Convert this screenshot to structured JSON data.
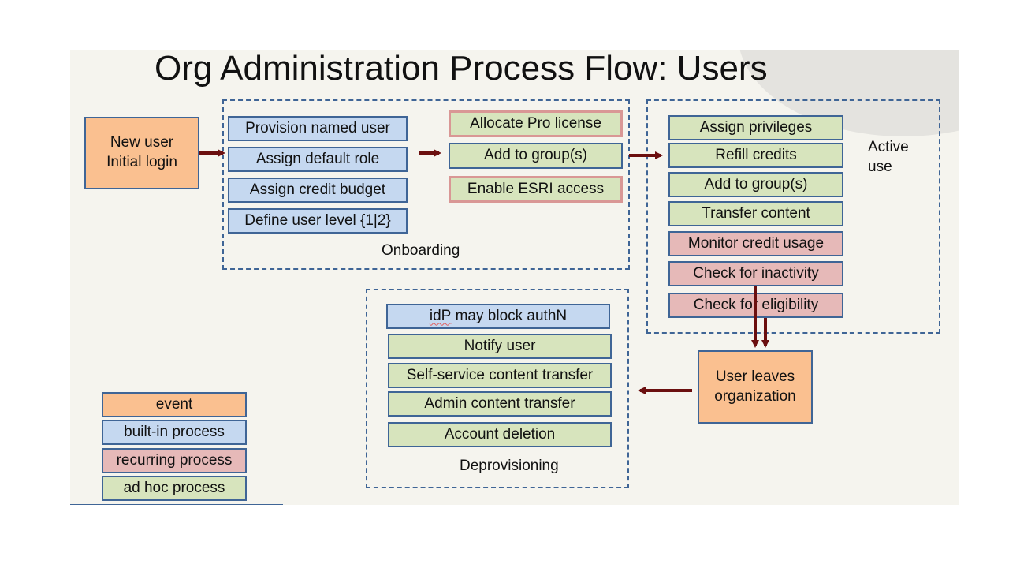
{
  "title": "Org Administration Process Flow: Users",
  "event_start": {
    "line1": "New user",
    "line2": "Initial login"
  },
  "onboarding": {
    "label": "Onboarding",
    "builtin": [
      "Provision named user",
      "Assign default role",
      "Assign credit budget",
      "Define user level {1|2}"
    ],
    "adhoc": [
      "Allocate Pro license",
      "Add to group(s)",
      "Enable ESRI access"
    ]
  },
  "active_use": {
    "label_line1": "Active",
    "label_line2": "use",
    "adhoc": [
      "Assign privileges",
      "Refill credits",
      "Add to group(s)",
      "Transfer content"
    ],
    "recurring": [
      "Monitor credit usage",
      "Check for inactivity",
      "Check for eligibility"
    ]
  },
  "event_leave": {
    "line1": "User leaves",
    "line2": "organization"
  },
  "deprovisioning": {
    "label": "Deprovisioning",
    "builtin_prefix": "idP",
    "builtin_suffix": " may block authN",
    "adhoc": [
      "Notify user",
      "Self-service content transfer",
      "Admin content transfer",
      "Account deletion"
    ]
  },
  "legend": [
    "event",
    "built-in process",
    "recurring process",
    "ad hoc process"
  ],
  "colors": {
    "event": "#fac090",
    "builtin": "#c5d8f0",
    "recurring": "#e6b9b8",
    "adhoc": "#d7e4bd",
    "border": "#3f6596",
    "arrow": "#6b0f0f"
  }
}
